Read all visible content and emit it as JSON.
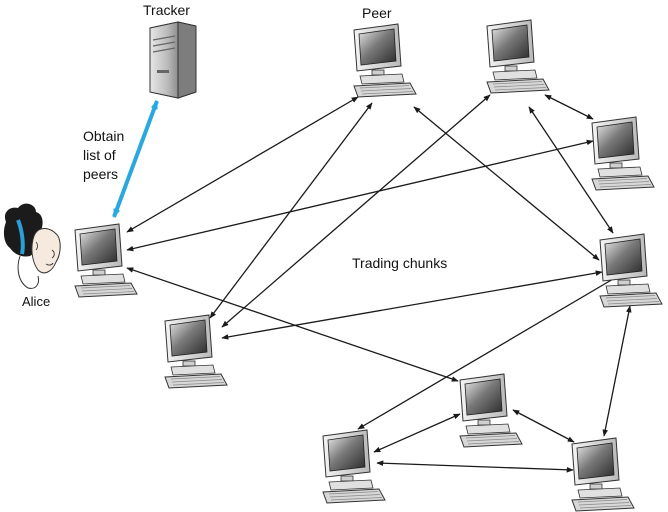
{
  "labels": {
    "tracker": "Tracker",
    "peer": "Peer",
    "alice": "Alice",
    "obtain_lines": [
      "Obtain",
      "list of",
      "peers"
    ],
    "trading": "Trading chunks"
  },
  "colors": {
    "arrow": "#1a1a1a",
    "tracker_link": "#29a8e0",
    "hair_band": "#2a9fd8"
  },
  "icons": {
    "peer": "desktop-computer-icon",
    "tracker": "server-tower-icon",
    "user": "alice-avatar-icon"
  }
}
